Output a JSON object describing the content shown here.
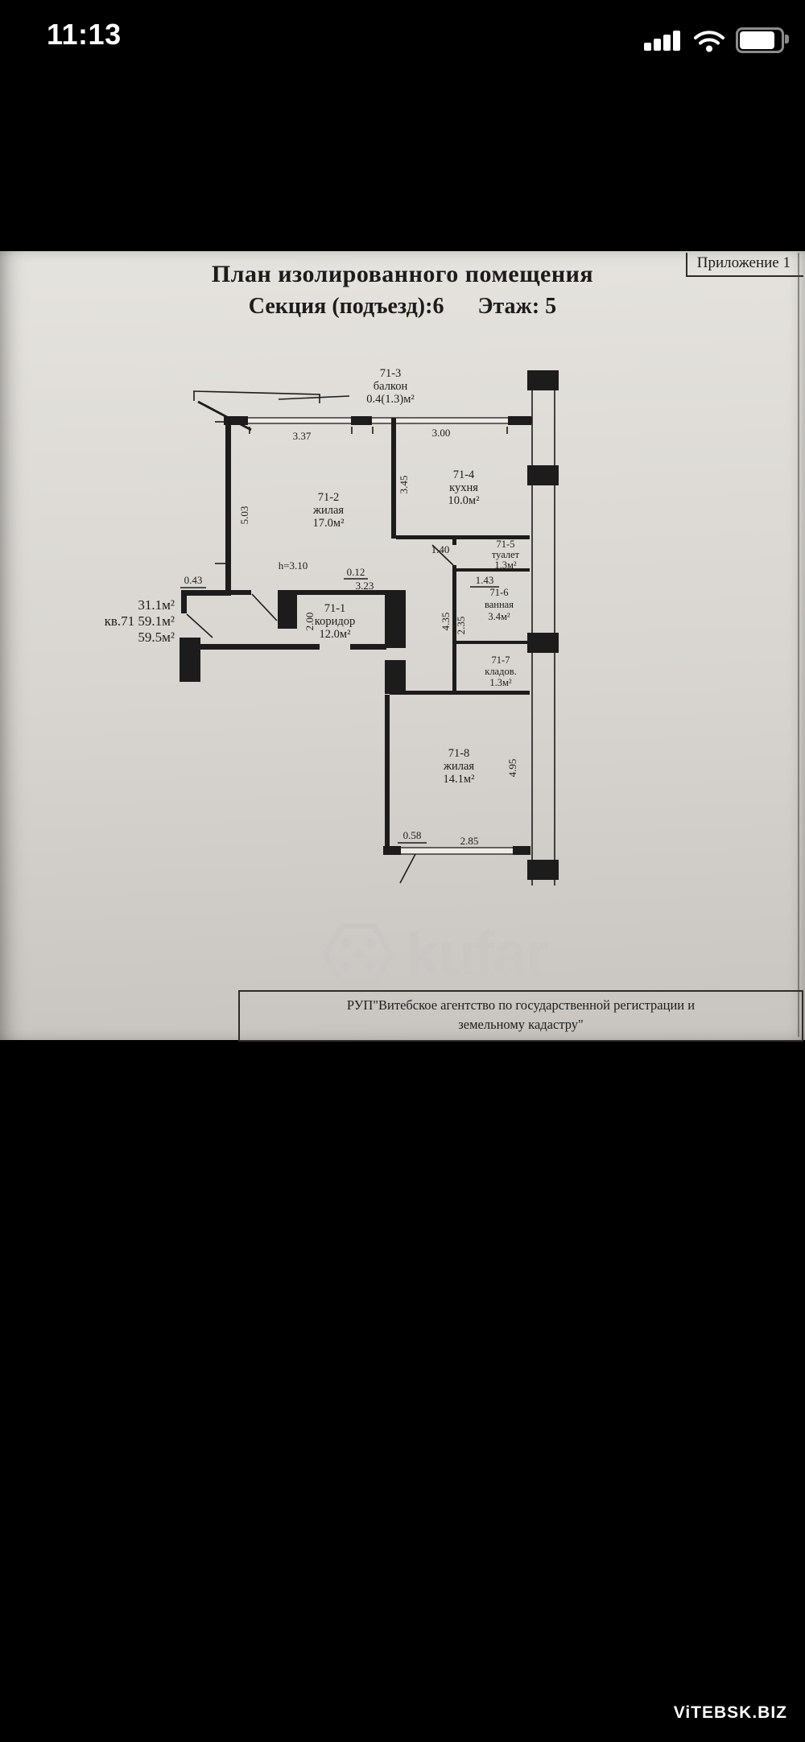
{
  "status_bar": {
    "time": "11:13",
    "icons": {
      "signal": "signal-bars",
      "wifi": "wifi-arcs",
      "battery": "battery-80"
    }
  },
  "document": {
    "annex_label": "Приложение 1",
    "title": "План изолированного помещения",
    "subtitle_left": "Секция (подъезд):6",
    "subtitle_right": "Этаж: 5",
    "rooms": [
      {
        "id": "71-3",
        "name": "балкон",
        "area": "0.4(1.3)м²"
      },
      {
        "id": "71-2",
        "name": "жилая",
        "area": "17.0м²"
      },
      {
        "id": "71-4",
        "name": "кухня",
        "area": "10.0м²"
      },
      {
        "id": "71-5",
        "name": "туалет",
        "area": "1.3м²"
      },
      {
        "id": "71-6",
        "name": "ванная",
        "area": "3.4м²"
      },
      {
        "id": "71-7",
        "name": "кладов.",
        "area": "1.3м²"
      },
      {
        "id": "71-1",
        "name": "коридор",
        "area": "12.0м²"
      },
      {
        "id": "71-8",
        "name": "жилая",
        "area": "14.1м²"
      }
    ],
    "dims": {
      "d337": "3.37",
      "d300": "3.00",
      "d503": "5.03",
      "d345": "3.45",
      "d140": "1.40",
      "d143": "1.43",
      "d043": "0.43",
      "d012": "0.12",
      "d323": "3.23",
      "d200": "2.00",
      "d435": "4.35",
      "d235": "2.35",
      "d058": "0.58",
      "d285": "2.85",
      "d495": "4.95",
      "height": "h=3.10"
    },
    "summary": {
      "line1": "31.1м²",
      "line2": "кв.71 59.1м²",
      "line3": "59.5м²"
    },
    "agency_line1": "РУП\"Витебское агентство по государственной регистрации и",
    "agency_line2": "земельному кадастру\"",
    "watermark": "kufar",
    "colors": {
      "paper": "#d8d5d0",
      "ink": "#1c1c1c"
    }
  },
  "footer": {
    "brand": "ViTEBSK.BIZ"
  }
}
